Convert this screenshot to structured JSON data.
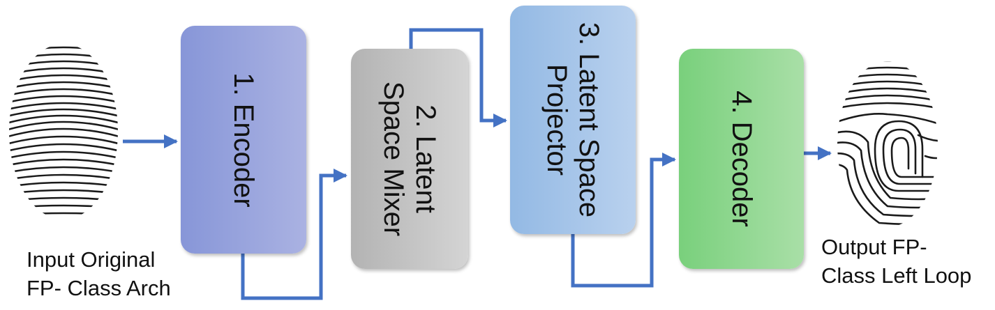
{
  "blocks": {
    "encoder": "1. Encoder",
    "mixer": "2. Latent\nSpace Mixer",
    "projector": "3. Latent Space\nProjector",
    "decoder": "4. Decoder"
  },
  "captions": {
    "input": "Input Original\nFP- Class Arch",
    "output": "Output FP-\nClass Left Loop"
  },
  "colors": {
    "arrow": "#4472c4",
    "encoder": "#8796d8",
    "mixer": "#b3b3b3",
    "projector": "#93b9e4",
    "decoder": "#79d07c"
  }
}
